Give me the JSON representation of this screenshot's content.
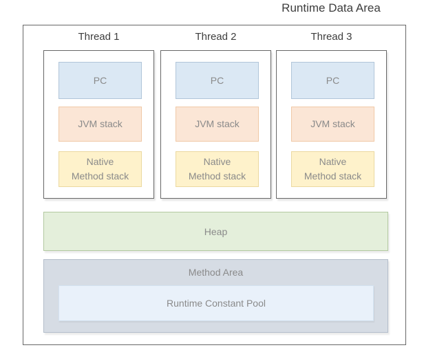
{
  "title": "Runtime Data Area",
  "threads": [
    {
      "label": "Thread 1",
      "pc": "PC",
      "jvm_stack": "JVM stack",
      "native_method_stack": "Native\nMethod stack"
    },
    {
      "label": "Thread 2",
      "pc": "PC",
      "jvm_stack": "JVM stack",
      "native_method_stack": "Native\nMethod stack"
    },
    {
      "label": "Thread 3",
      "pc": "PC",
      "jvm_stack": "JVM stack",
      "native_method_stack": "Native\nMethod stack"
    }
  ],
  "heap": {
    "label": "Heap"
  },
  "method_area": {
    "label": "Method Area",
    "runtime_constant_pool": "Runtime Constant Pool"
  },
  "colors": {
    "title_text": "#3d3d3d",
    "label_text": "#8a8a8a",
    "box_border": "#666666",
    "pc_fill": "#dbe8f4",
    "pc_border": "#b0c5d9",
    "jvm_stack_fill": "#fbe6d6",
    "jvm_stack_border": "#f0c9a6",
    "native_fill": "#fef2cb",
    "native_border": "#ebd9a0",
    "heap_fill": "#e4efdb",
    "heap_border": "#b2c8a0",
    "method_area_fill": "#d6dce4",
    "method_area_border": "#b3bdca",
    "rcp_fill": "#e9f1fa",
    "rcp_border": "#d3e2f0"
  }
}
